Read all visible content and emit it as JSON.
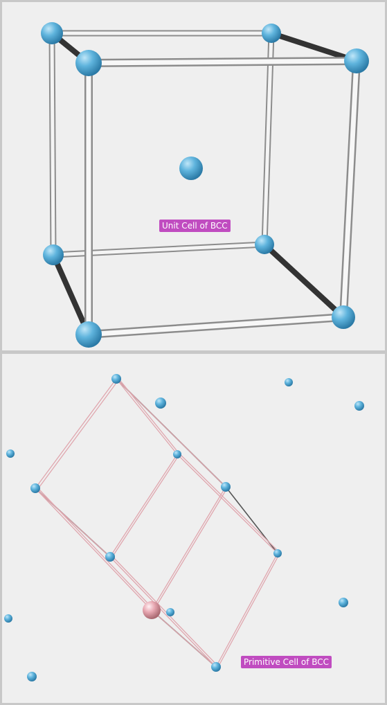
{
  "panels": {
    "unit_cell": {
      "label": "Unit Cell of BCC",
      "atom_color": "#5fb4dd",
      "bond_color": "#dcdcdc",
      "highlight_bond_color": "#3a3a3a",
      "corner_atoms": 8,
      "body_center_atoms": 1
    },
    "primitive_cell": {
      "label": "Primitive Cell of BCC",
      "atom_color": "#5fb4dd",
      "origin_atom_color": "#e8a8b2",
      "edge_color": "#e0a6ae"
    }
  }
}
